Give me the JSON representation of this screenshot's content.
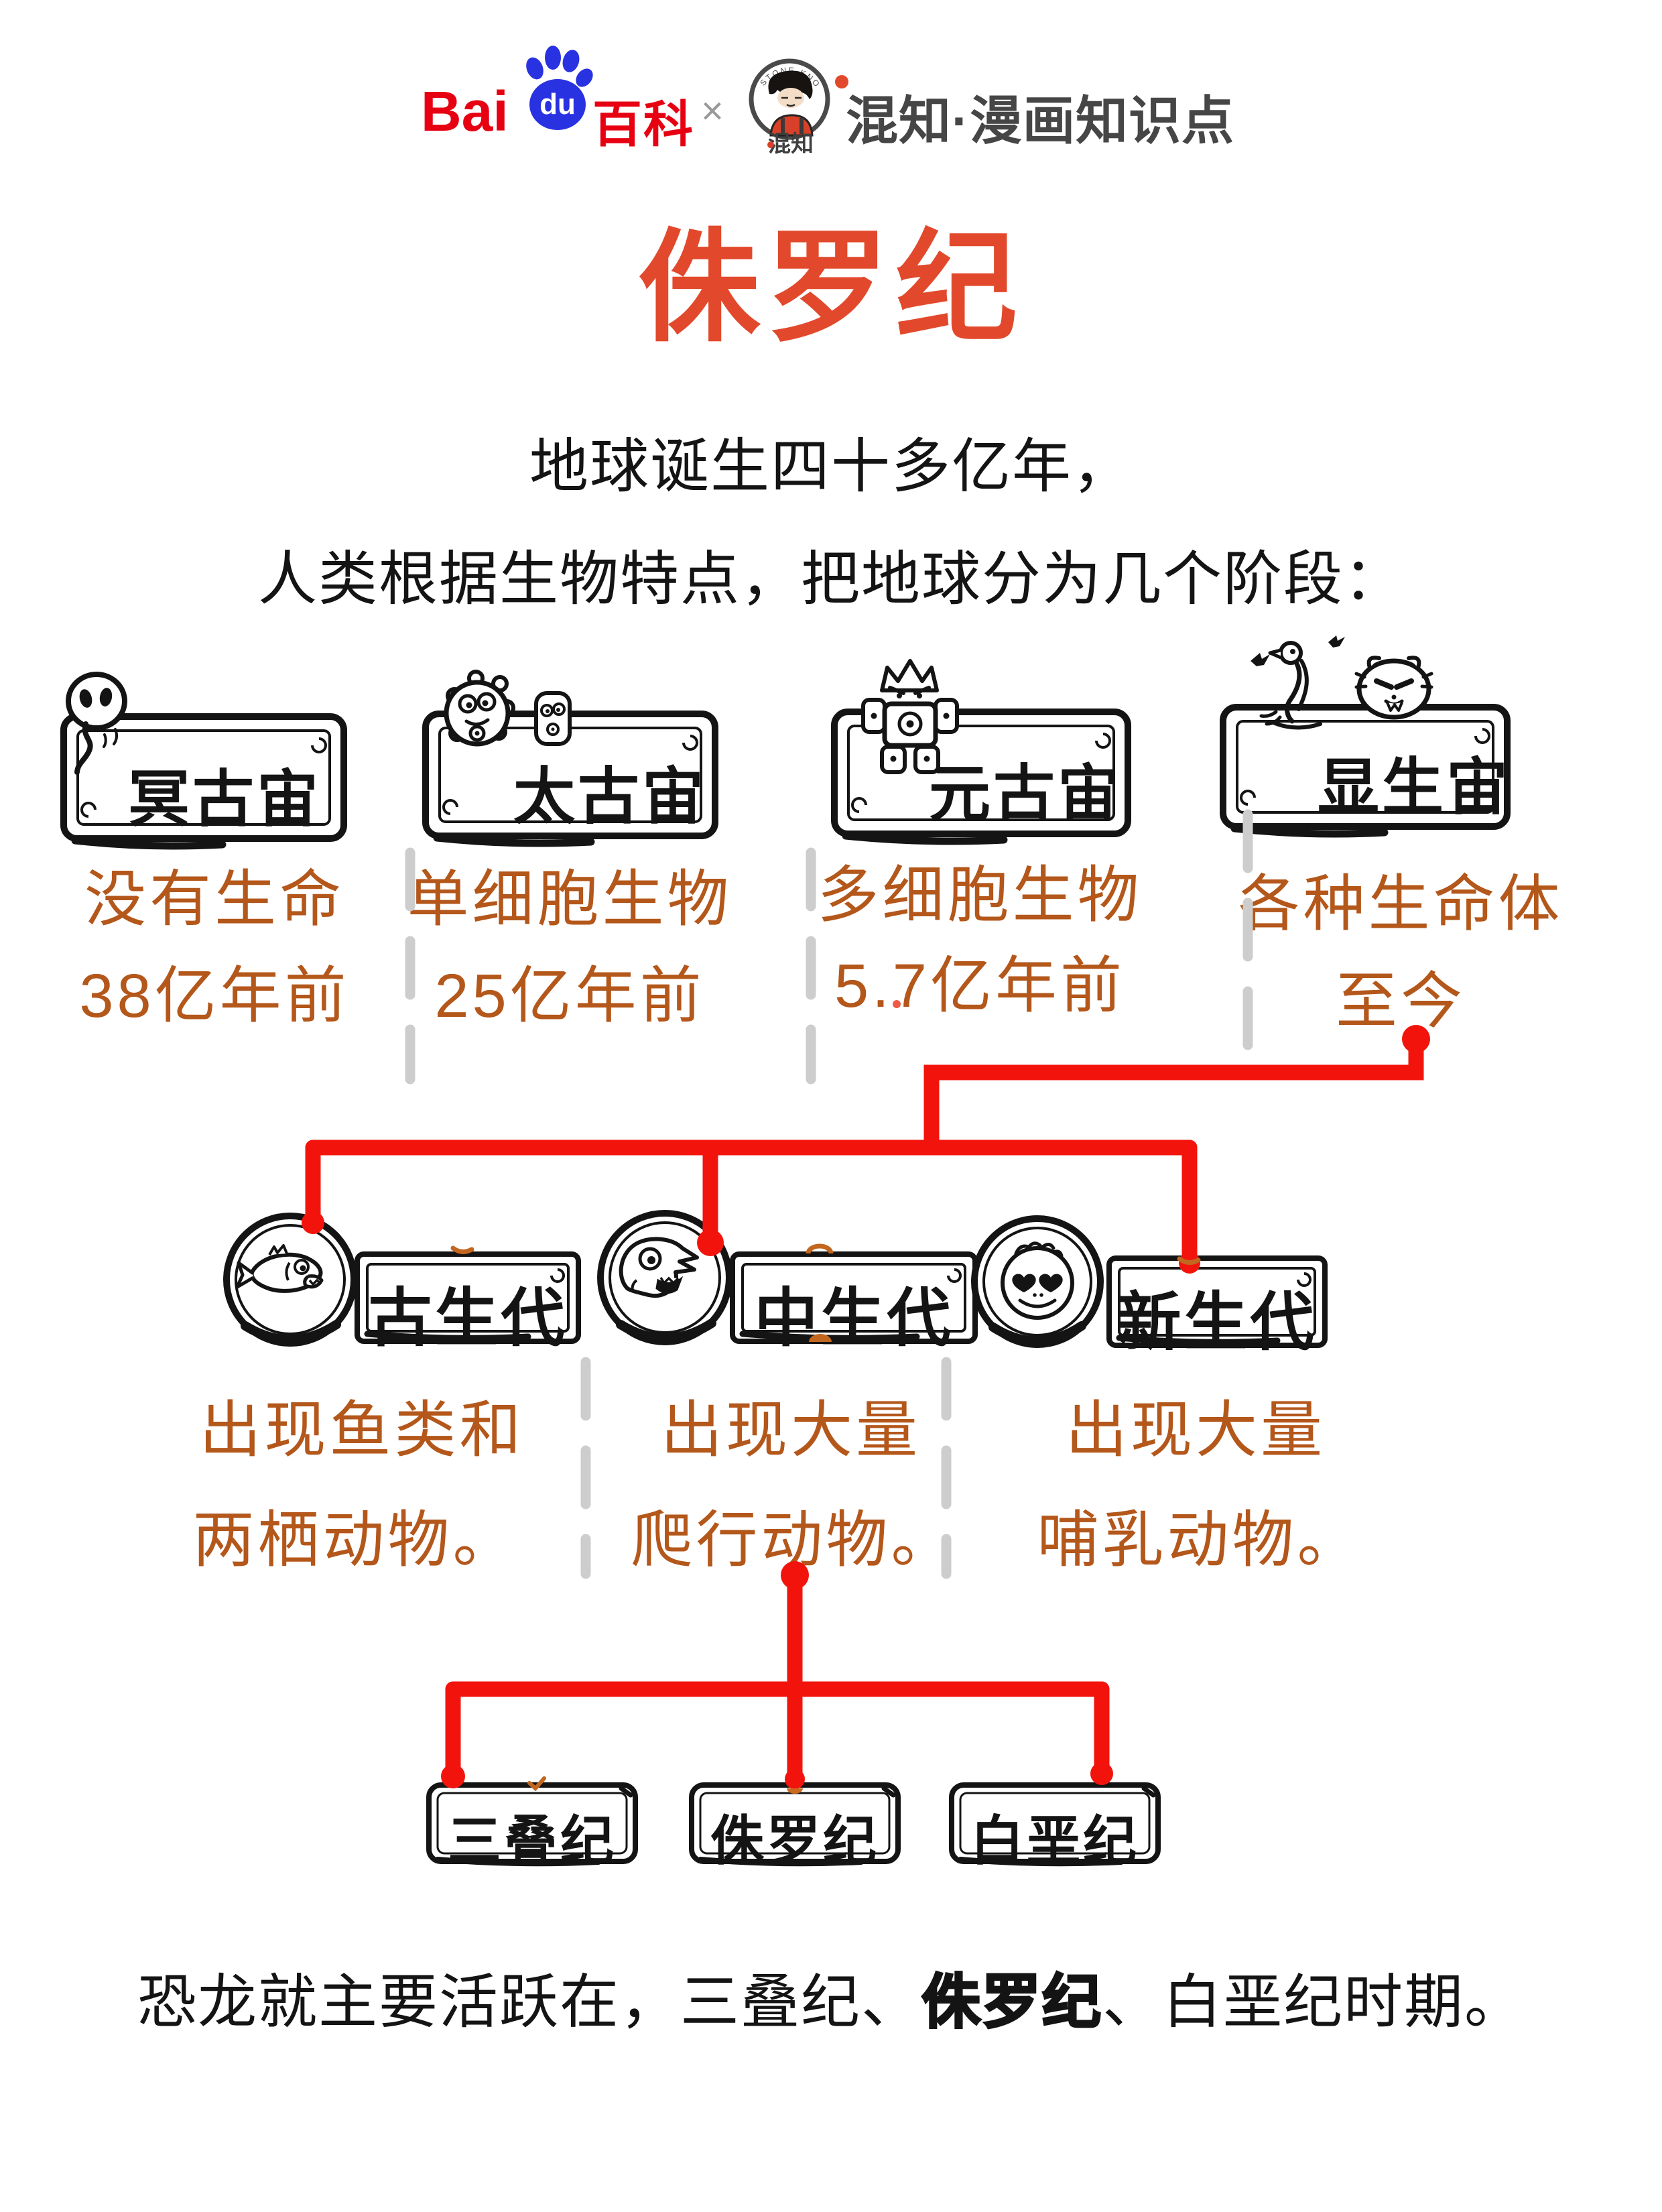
{
  "colors": {
    "accent_red": "#f2140c",
    "title_orange": "#e2492c",
    "text_orange": "#b4571b",
    "ink": "#141414",
    "gray_dash": "#cdcdcd",
    "brand_gray": "#464646",
    "baidu_red": "#e60012",
    "baidu_blue": "#2932e1"
  },
  "header": {
    "baidu": {
      "bai": "Bai",
      "du": "du",
      "baike": "百科"
    },
    "separator": "×",
    "hunzhi_badge": {
      "arc_text": "STONE KNOWS",
      "wordmark": "混知"
    },
    "brand": "混知·漫画知识点"
  },
  "title": "侏罗纪",
  "intro": {
    "line1": "地球诞生四十多亿年，",
    "line2": "人类根据生物特点，把地球分为几个阶段："
  },
  "eon_row": [
    {
      "name": "冥古宙",
      "icon": "ghost-icon",
      "line1": "没有生命",
      "line2": "38亿年前"
    },
    {
      "name": "太古宙",
      "icon": "single-cell-icon",
      "line1": "单细胞生物",
      "line2": "25亿年前"
    },
    {
      "name": "元古宙",
      "icon": "multicell-icon",
      "line1": "多细胞生物",
      "line2": "5.7亿年前"
    },
    {
      "name": "显生宙",
      "icon": "animals-icon",
      "line1": "各种生命体",
      "line2": "至今"
    }
  ],
  "era_row": [
    {
      "name": "古生代",
      "icon": "fish-icon",
      "line1": "出现鱼类和",
      "line2": "两栖动物。"
    },
    {
      "name": "中生代",
      "icon": "trex-icon",
      "line1": "出现大量",
      "line2": "爬行动物。"
    },
    {
      "name": "新生代",
      "icon": "monkey-icon",
      "line1": "出现大量",
      "line2": "哺乳动物。"
    }
  ],
  "period_row": [
    {
      "name": "三叠纪"
    },
    {
      "name": "侏罗纪"
    },
    {
      "name": "白垩纪"
    }
  ],
  "footer": {
    "pre": "恐龙就主要活跃在，三叠纪、",
    "highlight": "侏罗纪",
    "post": "、白垩纪时期。"
  }
}
